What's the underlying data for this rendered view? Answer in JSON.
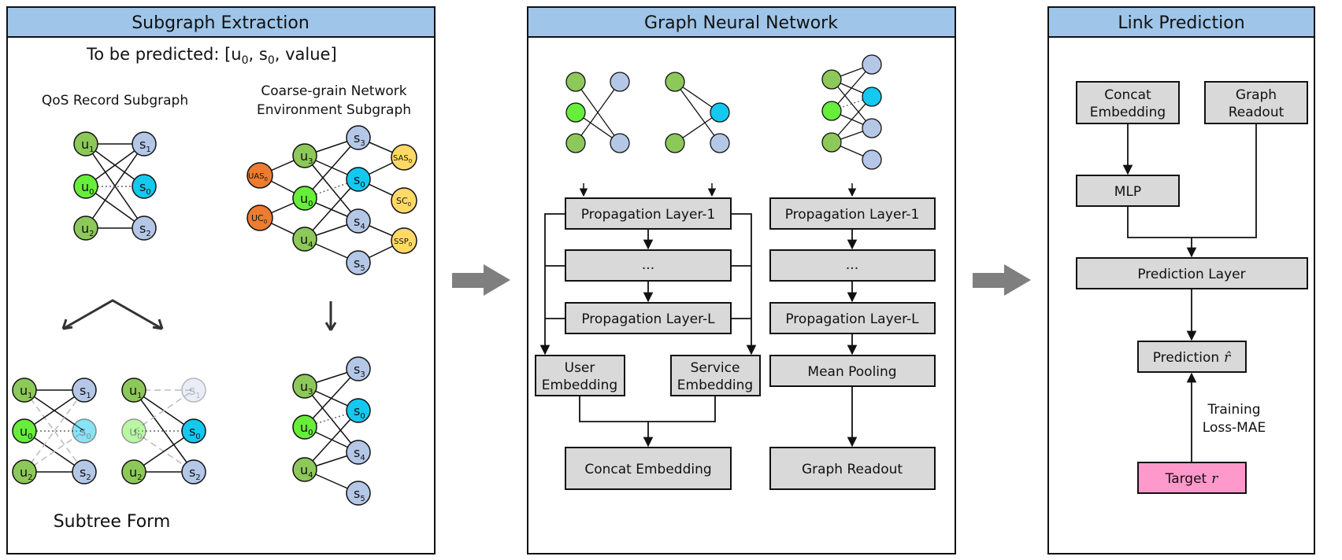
{
  "panels": {
    "extraction": {
      "title": "Subgraph Extraction",
      "predicted_label": "To be predicted: [",
      "predicted_u": "u",
      "predicted_u_sub": "0",
      "predicted_sep1": ", ",
      "predicted_s": "s",
      "predicted_s_sub": "0",
      "predicted_tail": ", value]",
      "qos_title": "QoS Record Subgraph",
      "env_title_line1": "Coarse-grain Network",
      "env_title_line2": "Environment Subgraph",
      "subtree_label": "Subtree Form"
    },
    "gnn": {
      "title": "Graph Neural Network",
      "left_prop1": "Propagation Layer-1",
      "left_dots": "...",
      "left_propL": "Propagation Layer-L",
      "user_emb_line1": "User",
      "user_emb_line2": "Embedding",
      "service_emb_line1": "Service",
      "service_emb_line2": "Embedding",
      "concat_emb": "Concat Embedding",
      "right_prop1": "Propagation Layer-1",
      "right_dots": "...",
      "right_propL": "Propagation Layer-L",
      "mean_pooling": "Mean Pooling",
      "graph_readout": "Graph Readout"
    },
    "link": {
      "title": "Link Prediction",
      "concat_line1": "Concat",
      "concat_line2": "Embedding",
      "readout_line1": "Graph",
      "readout_line2": "Readout",
      "mlp": "MLP",
      "prediction_layer": "Prediction Layer",
      "prediction": "Prediction",
      "prediction_symbol": "r̂",
      "training_line1": "Training",
      "training_line2": "Loss-MAE",
      "target": "Target",
      "target_symbol": "r"
    }
  },
  "nodes": {
    "u0": "u",
    "u0s": "0",
    "u1": "u",
    "u1s": "1",
    "u2": "u",
    "u2s": "2",
    "u3": "u",
    "u3s": "3",
    "u4": "u",
    "u4s": "4",
    "s0": "s",
    "s0s": "0",
    "s1": "s",
    "s1s": "1",
    "s2": "s",
    "s2s": "2",
    "s3": "s",
    "s3s": "3",
    "s4": "s",
    "s4s": "4",
    "s5": "s",
    "s5s": "5",
    "uas": "UAS",
    "uass": "0",
    "uc": "UC",
    "ucs": "0",
    "sas": "SAS",
    "sass": "0",
    "sc": "SC",
    "scs": "0",
    "ssp": "SSP",
    "ssps": "0"
  },
  "colors": {
    "header_fill": "#9fc5e8",
    "user_node": "#8dc85a",
    "user_target": "#66ee3a",
    "service_node": "#b4c7e7",
    "service_target": "#14c8f0",
    "env_orange": "#ec7c30",
    "env_yellow": "#ffd966",
    "box_fill": "#d9d9d9",
    "target_fill": "#ff99cc",
    "arrow_gray": "#7f7f7f"
  }
}
